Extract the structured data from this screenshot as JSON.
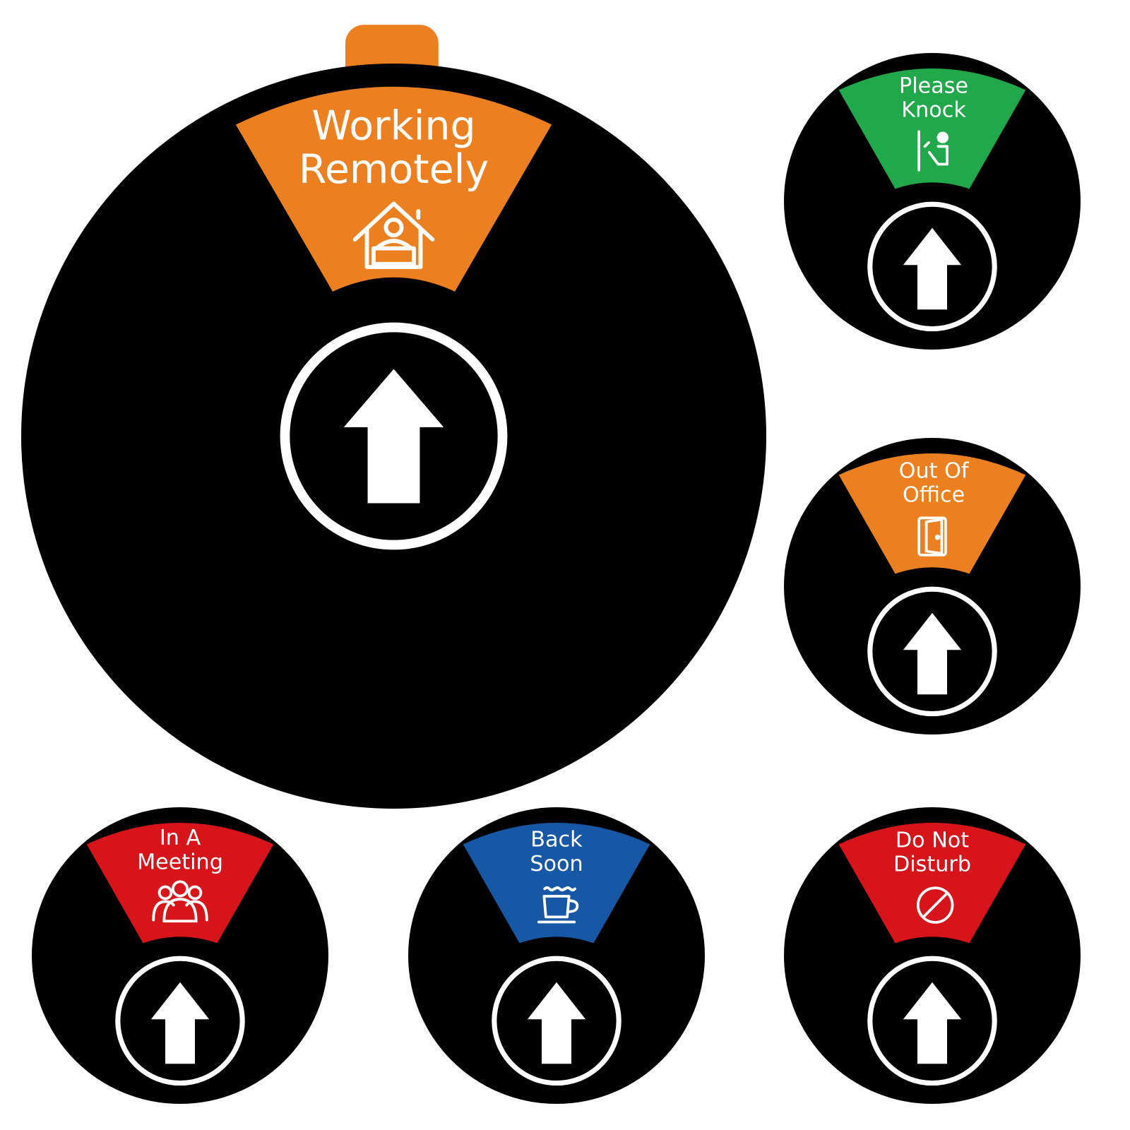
{
  "signs": [
    {
      "id": "working-remotely",
      "lines": [
        "Working",
        "Remotely"
      ],
      "color": "#ec7f1f",
      "icon": "home-office-icon"
    },
    {
      "id": "please-knock",
      "lines": [
        "Please",
        "Knock"
      ],
      "color": "#21a84a",
      "icon": "knock-icon"
    },
    {
      "id": "out-of-office",
      "lines": [
        "Out Of",
        "Office"
      ],
      "color": "#ec7f1f",
      "icon": "door-icon"
    },
    {
      "id": "in-a-meeting",
      "lines": [
        "In A",
        "Meeting"
      ],
      "color": "#d7141a",
      "icon": "people-icon"
    },
    {
      "id": "back-soon",
      "lines": [
        "Back",
        "Soon"
      ],
      "color": "#1658a6",
      "icon": "coffee-cup-icon"
    },
    {
      "id": "do-not-disturb",
      "lines": [
        "Do Not",
        "Disturb"
      ],
      "color": "#d7141a",
      "icon": "prohibited-icon"
    }
  ],
  "dial_color": "#000000",
  "tab_color": "#ec7f1f",
  "arrow_icon": "arrow-up-icon"
}
